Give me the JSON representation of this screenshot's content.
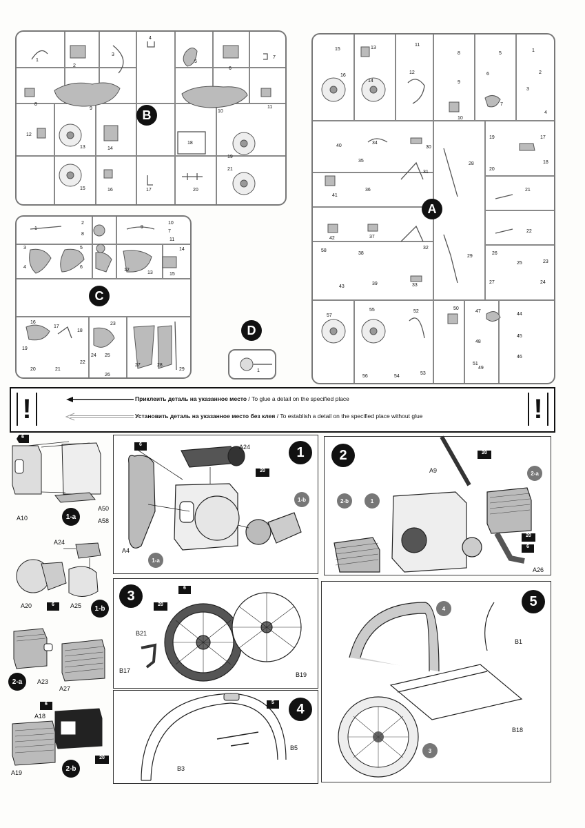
{
  "sprues": {
    "B": {
      "letter": "B",
      "parts": [
        "1",
        "2",
        "3",
        "4",
        "5",
        "6",
        "7",
        "8",
        "9",
        "10",
        "11",
        "12",
        "13",
        "14",
        "15",
        "16",
        "17",
        "18",
        "19",
        "20",
        "21"
      ]
    },
    "A": {
      "letter": "A",
      "parts": [
        "15",
        "13",
        "11",
        "8",
        "5",
        "1",
        "16",
        "14",
        "12",
        "9",
        "6",
        "2",
        "3",
        "10",
        "7",
        "4",
        "40",
        "34",
        "30",
        "19",
        "17",
        "35",
        "28",
        "20",
        "18",
        "31",
        "21",
        "41",
        "36",
        "42",
        "37",
        "58",
        "38",
        "32",
        "22",
        "26",
        "25",
        "23",
        "29",
        "43",
        "39",
        "33",
        "27",
        "24",
        "57",
        "55",
        "52",
        "50",
        "47",
        "44",
        "45",
        "48",
        "46",
        "51",
        "49",
        "56",
        "54",
        "53"
      ]
    },
    "C": {
      "letter": "C",
      "parts": [
        "1",
        "2",
        "9",
        "10",
        "7",
        "8",
        "11",
        "14",
        "3",
        "5",
        "4",
        "6",
        "12",
        "13",
        "15",
        "16",
        "17",
        "18",
        "23",
        "19",
        "20",
        "21",
        "22",
        "24",
        "25",
        "26",
        "27",
        "28",
        "29"
      ]
    },
    "D": {
      "letter": "D",
      "parts": [
        "1"
      ]
    }
  },
  "legend": {
    "glue_ru": "Приклеить деталь на указанное место",
    "glue_en": " / To glue a detail on the specified place",
    "noglue_ru": "Установить деталь на указанное место без клея",
    "noglue_en": " / To establish a detail on the specified place without glue",
    "mark": "!"
  },
  "subassemblies": {
    "a1": {
      "badge": "1-a",
      "labels": [
        "A10",
        "A50",
        "A58"
      ],
      "paint": "6"
    },
    "b1": {
      "badge": "1-b",
      "labels": [
        "A24",
        "A20",
        "A25"
      ],
      "paint": "6"
    },
    "a2": {
      "badge": "2-a",
      "labels": [
        "A23",
        "A27"
      ]
    },
    "b2": {
      "badge": "2-b",
      "labels": [
        "A18",
        "A19"
      ],
      "paint1": "6",
      "paint2": "20"
    }
  },
  "steps": {
    "s1": {
      "num": "1",
      "labels": [
        "A24",
        "A4",
        "1-a",
        "1-b"
      ],
      "paint1": "6",
      "paint2": "20"
    },
    "s2": {
      "num": "2",
      "labels": [
        "A9",
        "2-a",
        "2-b",
        "1",
        "A26"
      ],
      "paint1": "20",
      "paint2": "20",
      "paint3": "6"
    },
    "s3": {
      "num": "3",
      "labels": [
        "B21",
        "B17",
        "B19"
      ],
      "paint1": "6",
      "paint2": "20"
    },
    "s4": {
      "num": "4",
      "labels": [
        "B5",
        "B3"
      ],
      "paint": "5"
    },
    "s5": {
      "num": "5",
      "labels": [
        "4",
        "B1",
        "B18",
        "3"
      ]
    }
  }
}
